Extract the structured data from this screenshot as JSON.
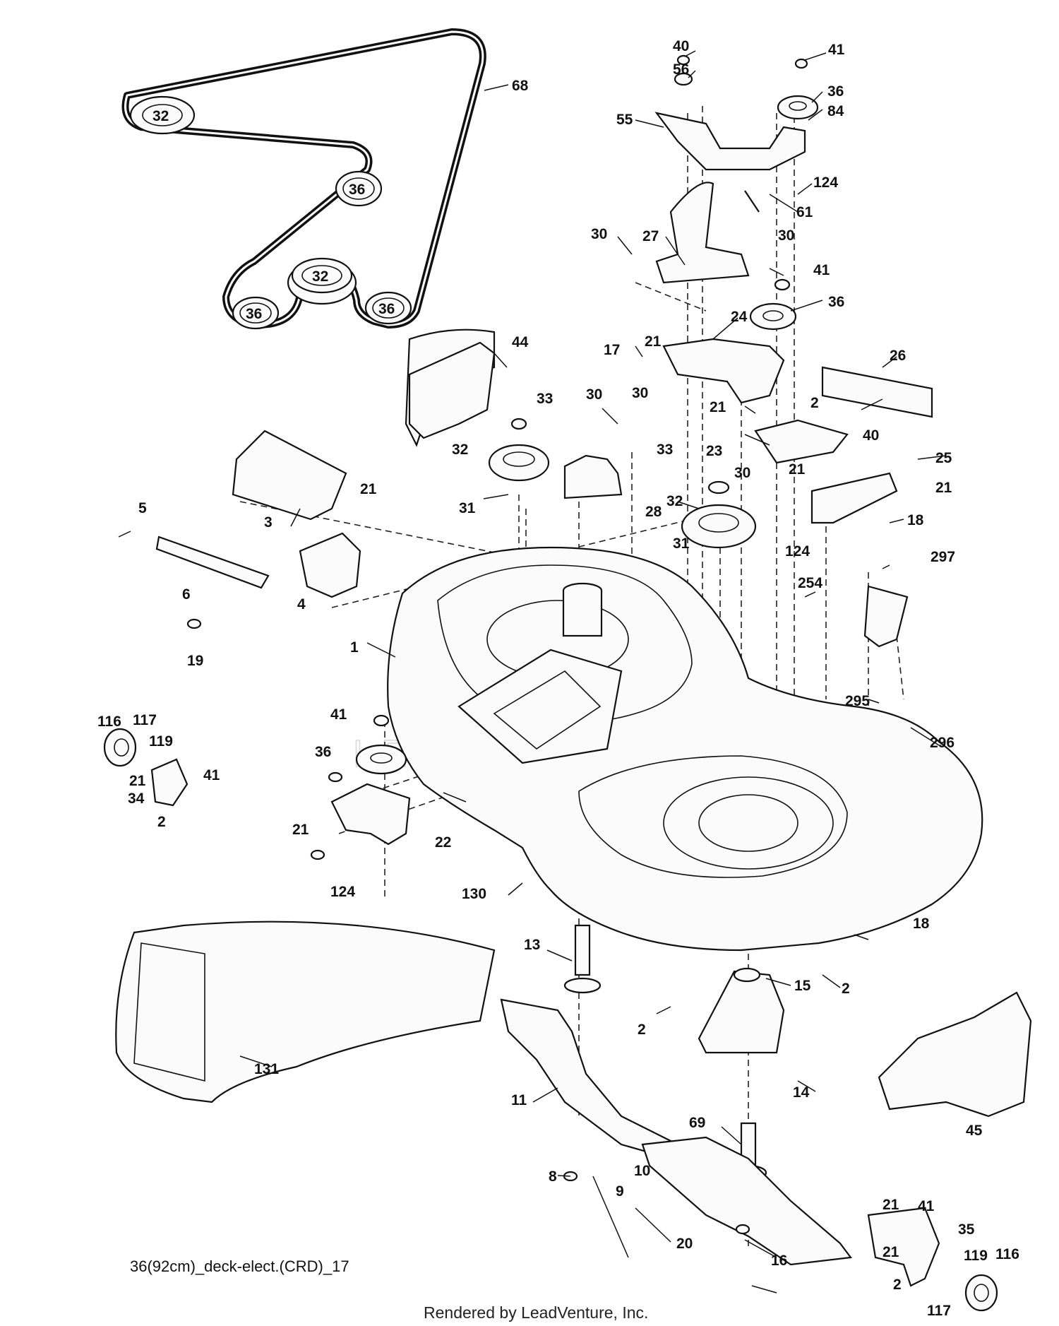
{
  "diagram": {
    "caption": "36(92cm)_deck-elect.(CRD)_17",
    "footer": "Rendered by LeadVenture, Inc.",
    "watermark": "LEADVENTURE",
    "belt_routing": {
      "pulley_labels": [
        "32",
        "36",
        "32",
        "36",
        "36"
      ],
      "belt_label": "68"
    },
    "callouts": [
      "40",
      "41",
      "56",
      "36",
      "84",
      "55",
      "124",
      "61",
      "30",
      "27",
      "30",
      "41",
      "36",
      "24",
      "21",
      "17",
      "26",
      "44",
      "33",
      "30",
      "30",
      "2",
      "21",
      "40",
      "23",
      "32",
      "33",
      "21",
      "25",
      "21",
      "3",
      "21",
      "31",
      "28",
      "32",
      "30",
      "18",
      "5",
      "124",
      "31",
      "297",
      "6",
      "254",
      "4",
      "19",
      "1",
      "41",
      "295",
      "296",
      "116",
      "117",
      "119",
      "36",
      "21",
      "41",
      "34",
      "2",
      "21",
      "22",
      "124",
      "130",
      "18",
      "13",
      "15",
      "2",
      "2",
      "131",
      "14",
      "11",
      "45",
      "69",
      "8",
      "10",
      "9",
      "20",
      "16",
      "21",
      "41",
      "35",
      "119",
      "116",
      "21",
      "2",
      "117"
    ]
  }
}
